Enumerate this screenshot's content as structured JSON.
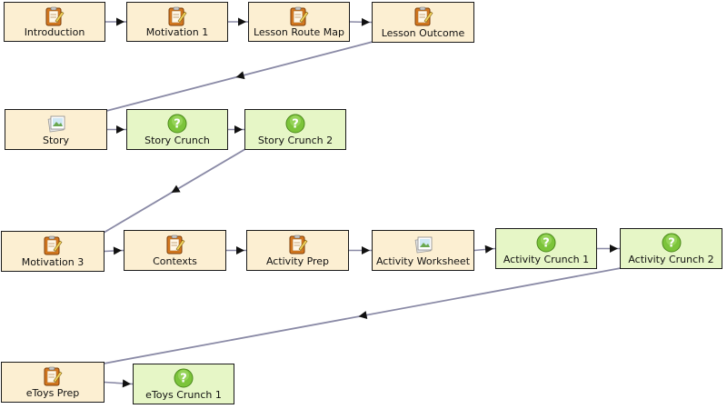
{
  "nodes": [
    {
      "id": "introduction",
      "label": "Introduction",
      "kind": "page",
      "icon": "clipboard-icon"
    },
    {
      "id": "motivation-1",
      "label": "Motivation 1",
      "kind": "page",
      "icon": "clipboard-icon"
    },
    {
      "id": "lesson-route-map",
      "label": "Lesson Route Map",
      "kind": "page",
      "icon": "clipboard-icon"
    },
    {
      "id": "lesson-outcome",
      "label": "Lesson Outcome",
      "kind": "page",
      "icon": "clipboard-icon"
    },
    {
      "id": "story",
      "label": "Story",
      "kind": "page",
      "icon": "image-icon"
    },
    {
      "id": "story-crunch",
      "label": "Story Crunch",
      "kind": "quiz",
      "icon": "question-icon"
    },
    {
      "id": "story-crunch-2",
      "label": "Story Crunch 2",
      "kind": "quiz",
      "icon": "question-icon"
    },
    {
      "id": "motivation-3",
      "label": "Motivation 3",
      "kind": "page",
      "icon": "clipboard-icon"
    },
    {
      "id": "contexts",
      "label": "Contexts",
      "kind": "page",
      "icon": "clipboard-icon"
    },
    {
      "id": "activity-prep",
      "label": "Activity Prep",
      "kind": "page",
      "icon": "clipboard-icon"
    },
    {
      "id": "activity-worksheet",
      "label": "Activity Worksheet",
      "kind": "page",
      "icon": "image-icon"
    },
    {
      "id": "activity-crunch-1",
      "label": "Activity Crunch 1",
      "kind": "quiz",
      "icon": "question-icon"
    },
    {
      "id": "activity-crunch-2",
      "label": "Activity Crunch 2",
      "kind": "quiz",
      "icon": "question-icon"
    },
    {
      "id": "etoys-prep",
      "label": "eToys Prep",
      "kind": "page",
      "icon": "clipboard-icon"
    },
    {
      "id": "etoys-crunch-1",
      "label": "eToys Crunch 1",
      "kind": "quiz",
      "icon": "question-icon"
    }
  ],
  "edges": [
    [
      "introduction",
      "motivation-1"
    ],
    [
      "motivation-1",
      "lesson-route-map"
    ],
    [
      "lesson-route-map",
      "lesson-outcome"
    ],
    [
      "lesson-outcome",
      "story"
    ],
    [
      "story",
      "story-crunch"
    ],
    [
      "story-crunch",
      "story-crunch-2"
    ],
    [
      "story-crunch-2",
      "motivation-3"
    ],
    [
      "motivation-3",
      "contexts"
    ],
    [
      "contexts",
      "activity-prep"
    ],
    [
      "activity-prep",
      "activity-worksheet"
    ],
    [
      "activity-worksheet",
      "activity-crunch-1"
    ],
    [
      "activity-crunch-1",
      "activity-crunch-2"
    ],
    [
      "activity-crunch-2",
      "etoys-prep"
    ],
    [
      "etoys-prep",
      "etoys-crunch-1"
    ]
  ],
  "colors": {
    "page_fill": "#fcefd2",
    "quiz_fill": "#e6f6c6",
    "edge": "#8a8aa6",
    "arrow": "#111111"
  }
}
